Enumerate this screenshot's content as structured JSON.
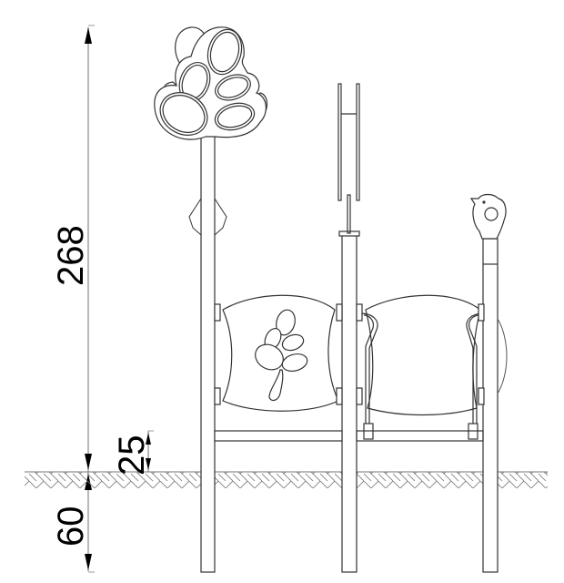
{
  "drawing": {
    "title": "Playground bench with tree and bird posts - side elevation",
    "units": "cm",
    "line_color": "#222222",
    "dimension_line_color": "#888888",
    "hatch_color": "#777777"
  },
  "dimensions": {
    "total_height": {
      "label": "268",
      "value": 268
    },
    "seat_clearance": {
      "label": "25",
      "value": 25
    },
    "foundation_depth": {
      "label": "60",
      "value": 60
    }
  },
  "components": [
    {
      "name": "tree-top-ornament",
      "description": "Leaf cluster panel on left post"
    },
    {
      "name": "left-post",
      "description": "Left vertical post"
    },
    {
      "name": "center-post",
      "description": "Center post with tall sign board"
    },
    {
      "name": "right-post",
      "description": "Right post with bird figure on top"
    },
    {
      "name": "seat-left",
      "description": "Left seat backrest with leaf cut-out"
    },
    {
      "name": "seat-right",
      "description": "Right folding seat with hinged arms"
    },
    {
      "name": "ground-line",
      "description": "Ground level with hatched soil"
    }
  ]
}
